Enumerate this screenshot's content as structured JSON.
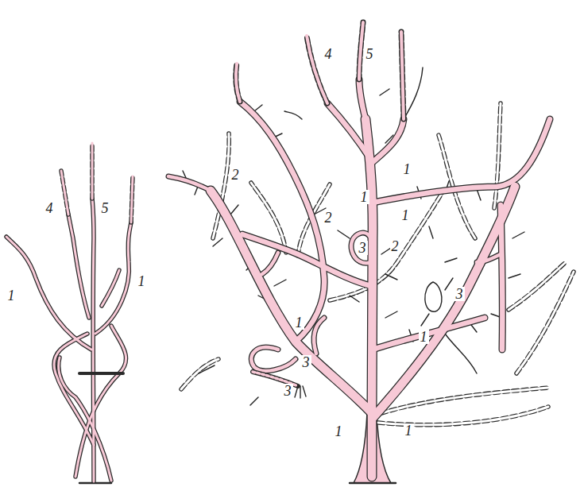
{
  "diagram": {
    "labels": [
      "4",
      "5",
      "1",
      "2",
      "1",
      "4",
      "5",
      "1",
      "2",
      "2",
      "3",
      "1",
      "3",
      "1",
      "1",
      "1",
      "3",
      "3",
      "1",
      "1"
    ]
  }
}
